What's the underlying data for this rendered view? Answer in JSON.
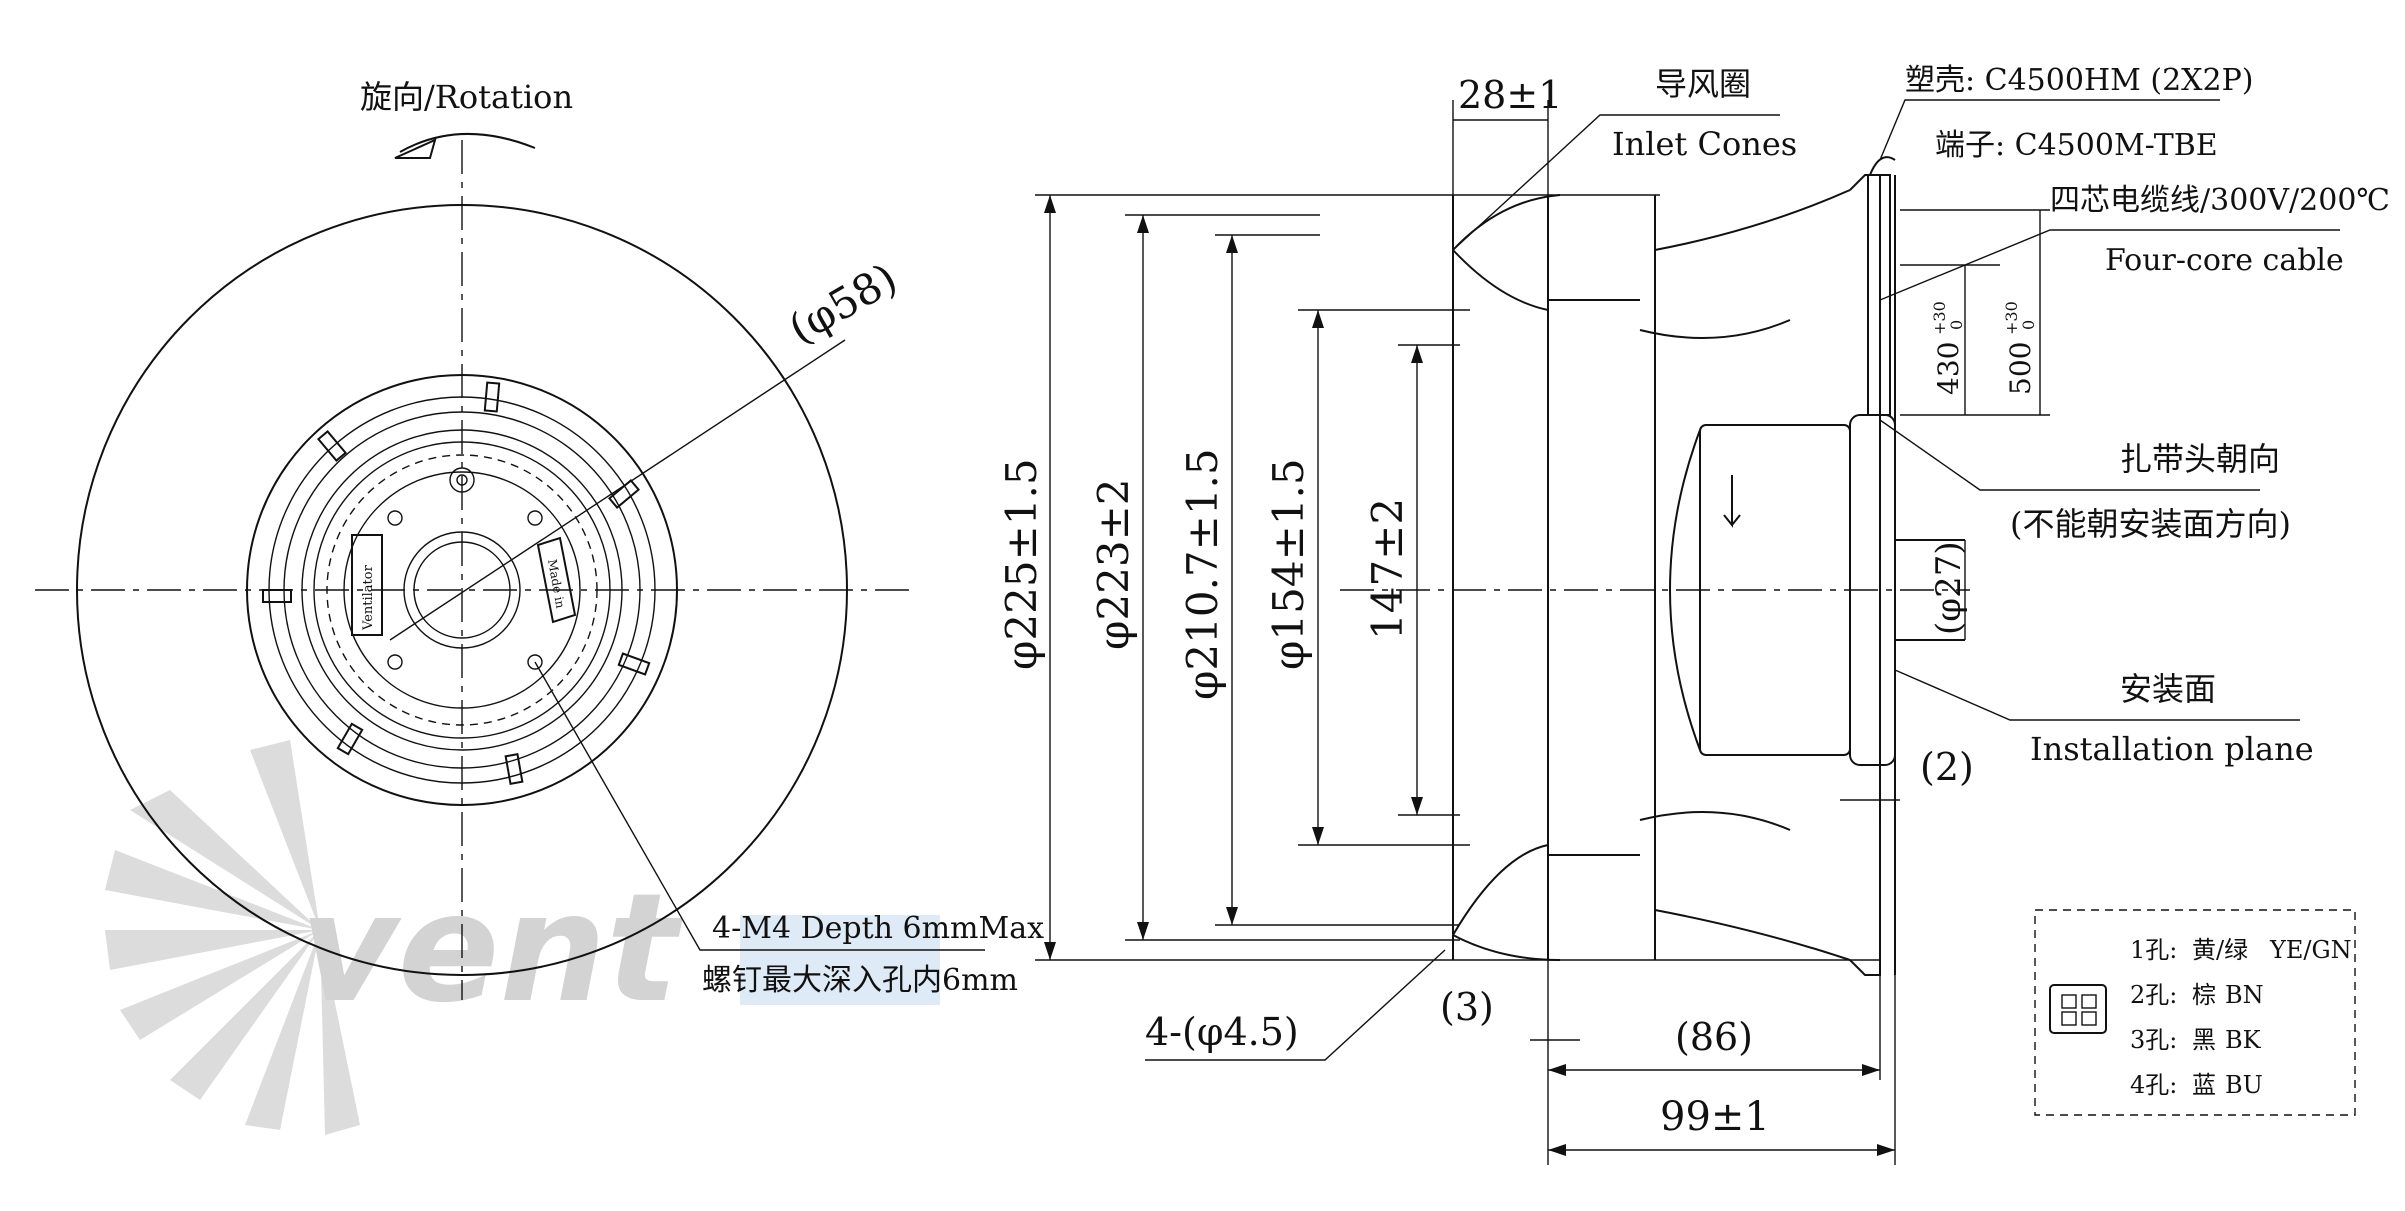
{
  "front_view": {
    "rotation_label": "旋向/Rotation",
    "center_diameter": "(φ58)",
    "screw_note_en": "4-M4 Depth 6mmMax",
    "screw_note_cn": "螺钉最大深入孔内6mm"
  },
  "side_view": {
    "dim_width_28": "28±1",
    "inlet_cone_cn": "导风圈",
    "inlet_cone_en": "Inlet Cones",
    "housing_label": "塑壳: C4500HM (2X2P)",
    "terminal_label": "端子: C4500M-TBE",
    "cable_cn": "四芯电缆线/300V/200℃",
    "cable_en": "Four-core cable",
    "cable_len_430": "430",
    "cable_len_500": "500",
    "cable_tol": "+30",
    "cable_tol0": "0",
    "dia_225": "φ225±1.5",
    "dia_223": "φ223±2",
    "dia_210": "φ210.7±1.5",
    "dia_154": "φ154±1.5",
    "dim_147": "147±2",
    "tie_head_cn": "扎带头朝向",
    "tie_head_note": "(不能朝安装面方向)",
    "shaft_dia": "(φ27)",
    "install_cn": "安装面",
    "install_en": "Installation plane",
    "gap_2": "(2)",
    "gap_3": "(3)",
    "holes": "4-(φ4.5)",
    "depth_86": "(86)",
    "depth_99": "99±1"
  },
  "wiring_table": {
    "rows": [
      {
        "pin": "1孔:",
        "color_cn": "黄/绿",
        "code": "YE/GN"
      },
      {
        "pin": "2孔:",
        "color_cn": "棕",
        "code": "BN"
      },
      {
        "pin": "3孔:",
        "color_cn": "黑",
        "code": "BK"
      },
      {
        "pin": "4孔:",
        "color_cn": "蓝",
        "code": "BU"
      }
    ]
  },
  "motor_label_left": "Ventilator",
  "motor_label_right": "Made in",
  "watermark": "vent"
}
